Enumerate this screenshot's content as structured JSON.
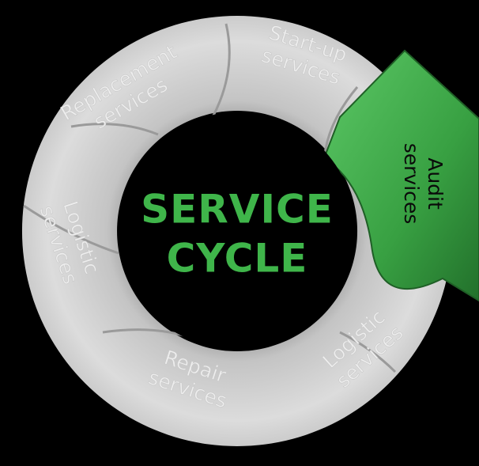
{
  "title": {
    "line1": "SERVICE",
    "line2": "CYCLE"
  },
  "segments": [
    {
      "id": "startup",
      "line1": "Start-up",
      "line2": "services"
    },
    {
      "id": "audit",
      "line1": "Audit",
      "line2": "services",
      "highlighted": true
    },
    {
      "id": "logistic-right",
      "line1": "Logistic",
      "line2": "services"
    },
    {
      "id": "repair",
      "line1": "Repair",
      "line2": "services"
    },
    {
      "id": "logistic-left",
      "line1": "Logistic",
      "line2": "services"
    },
    {
      "id": "replacement",
      "line1": "Replacement",
      "line2": "services"
    }
  ],
  "colors": {
    "background": "#000000",
    "ring_gray": "#d4d4d4",
    "highlight_green": "#3aa142",
    "title_green": "#3fb54a"
  }
}
